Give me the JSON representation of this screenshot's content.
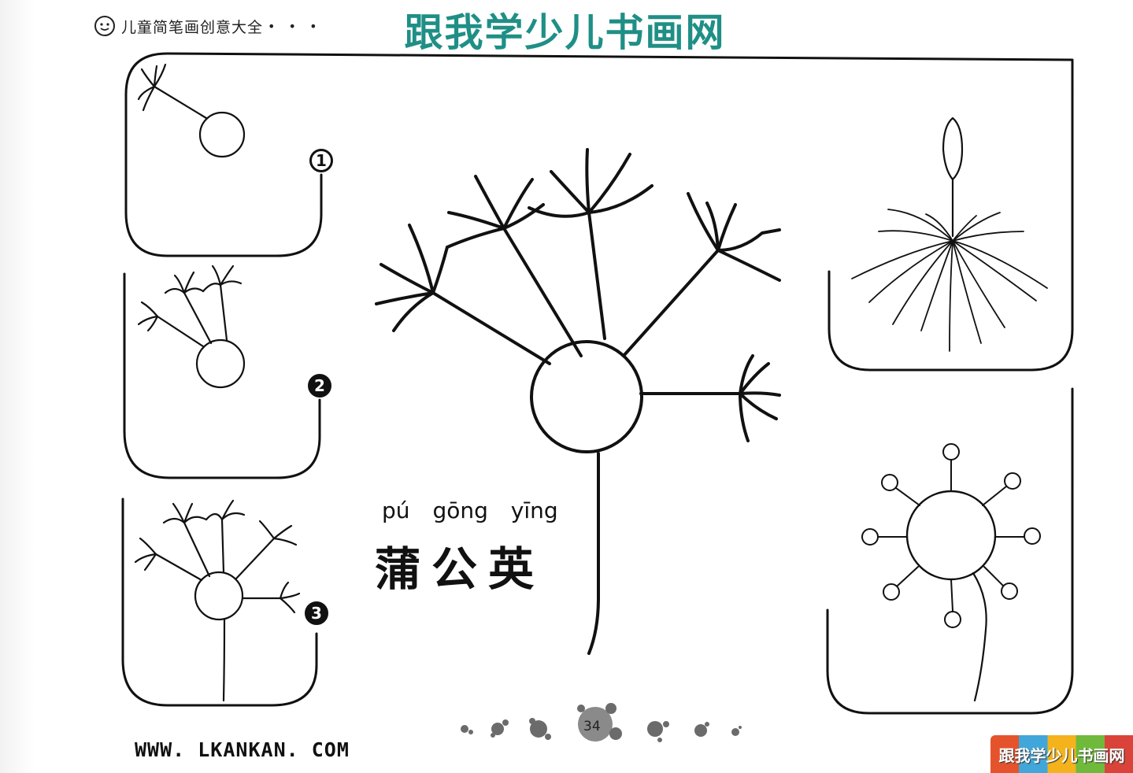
{
  "header": {
    "series_title": "儿童简笔画创意大全",
    "series_dots": "• • •",
    "site_title": "跟我学少儿书画网"
  },
  "subject": {
    "pinyin": [
      "pú",
      "gōng",
      "yīng"
    ],
    "hanzi": "蒲公英"
  },
  "steps": [
    {
      "number": "1"
    },
    {
      "number": "2"
    },
    {
      "number": "3"
    }
  ],
  "footer": {
    "page_number": "34",
    "website": "WWW. LKANKAN. COM",
    "badge_text": "跟我学少儿书画网"
  },
  "colors": {
    "site_title": "#1f8f86",
    "line": "#111111"
  }
}
